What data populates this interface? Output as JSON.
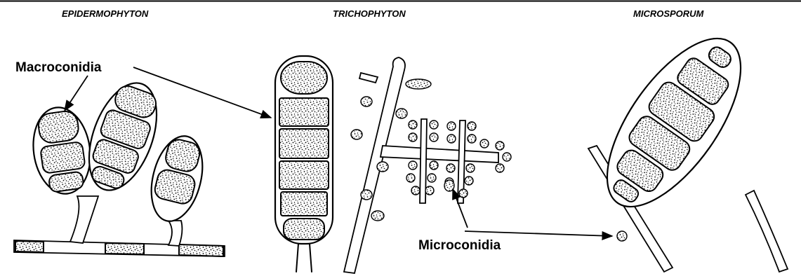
{
  "panels": [
    {
      "genus": "EPIDERMOPHYTON"
    },
    {
      "genus": "TRICHOPHYTON"
    },
    {
      "genus": "MICROSPORUM"
    }
  ],
  "labels": {
    "macroconidia": "Macroconidia",
    "microconidia": "Microconidia"
  },
  "colors": {
    "ink": "#000000",
    "background": "#ffffff"
  }
}
